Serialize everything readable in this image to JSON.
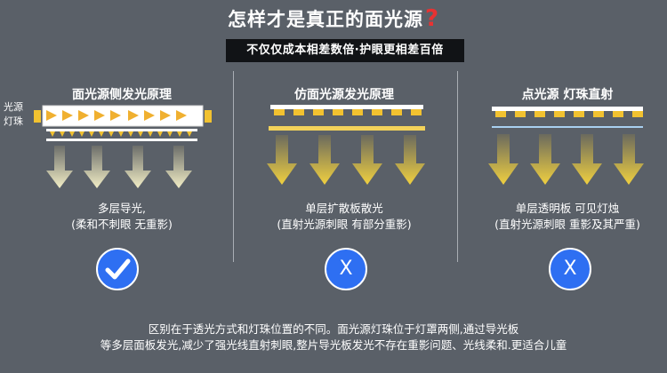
{
  "header": {
    "title": "怎样才是真正的面光源",
    "title_mark": "?",
    "subtitle": "不仅仅成本相差数倍·护眼更相差百倍"
  },
  "columns": [
    {
      "title": "面光源侧发光原理",
      "side_label_1": "光源",
      "side_label_2": "灯珠",
      "desc_line1": "多层导光,",
      "desc_line2": "(柔和不刺眼 无重影)",
      "result": "check"
    },
    {
      "title": "仿面光源发光原理",
      "desc_line1": "单层扩散板散光",
      "desc_line2": "(直射光源刺眼 有部分重影)",
      "result": "X"
    },
    {
      "title": "点光源 灯珠直射",
      "desc_line1": "单层透明板 可见灯烛",
      "desc_line2": "(直射光源刺眼 重影及其严重)",
      "result": "X"
    }
  ],
  "footer": {
    "line1": "区别在于透光方式和灯珠位置的不同。面光源灯珠位于灯罩两侧,通过导光板",
    "line2": "等多层面板发光,减少了强光线直射刺眼,整片导光板发光不存在重影问题、光线柔和.更适合儿童"
  },
  "colors": {
    "background": "#5a6068",
    "accent_blue": "#2e6ff2",
    "led_yellow": "#f2c230",
    "question_red": "#e83232"
  }
}
